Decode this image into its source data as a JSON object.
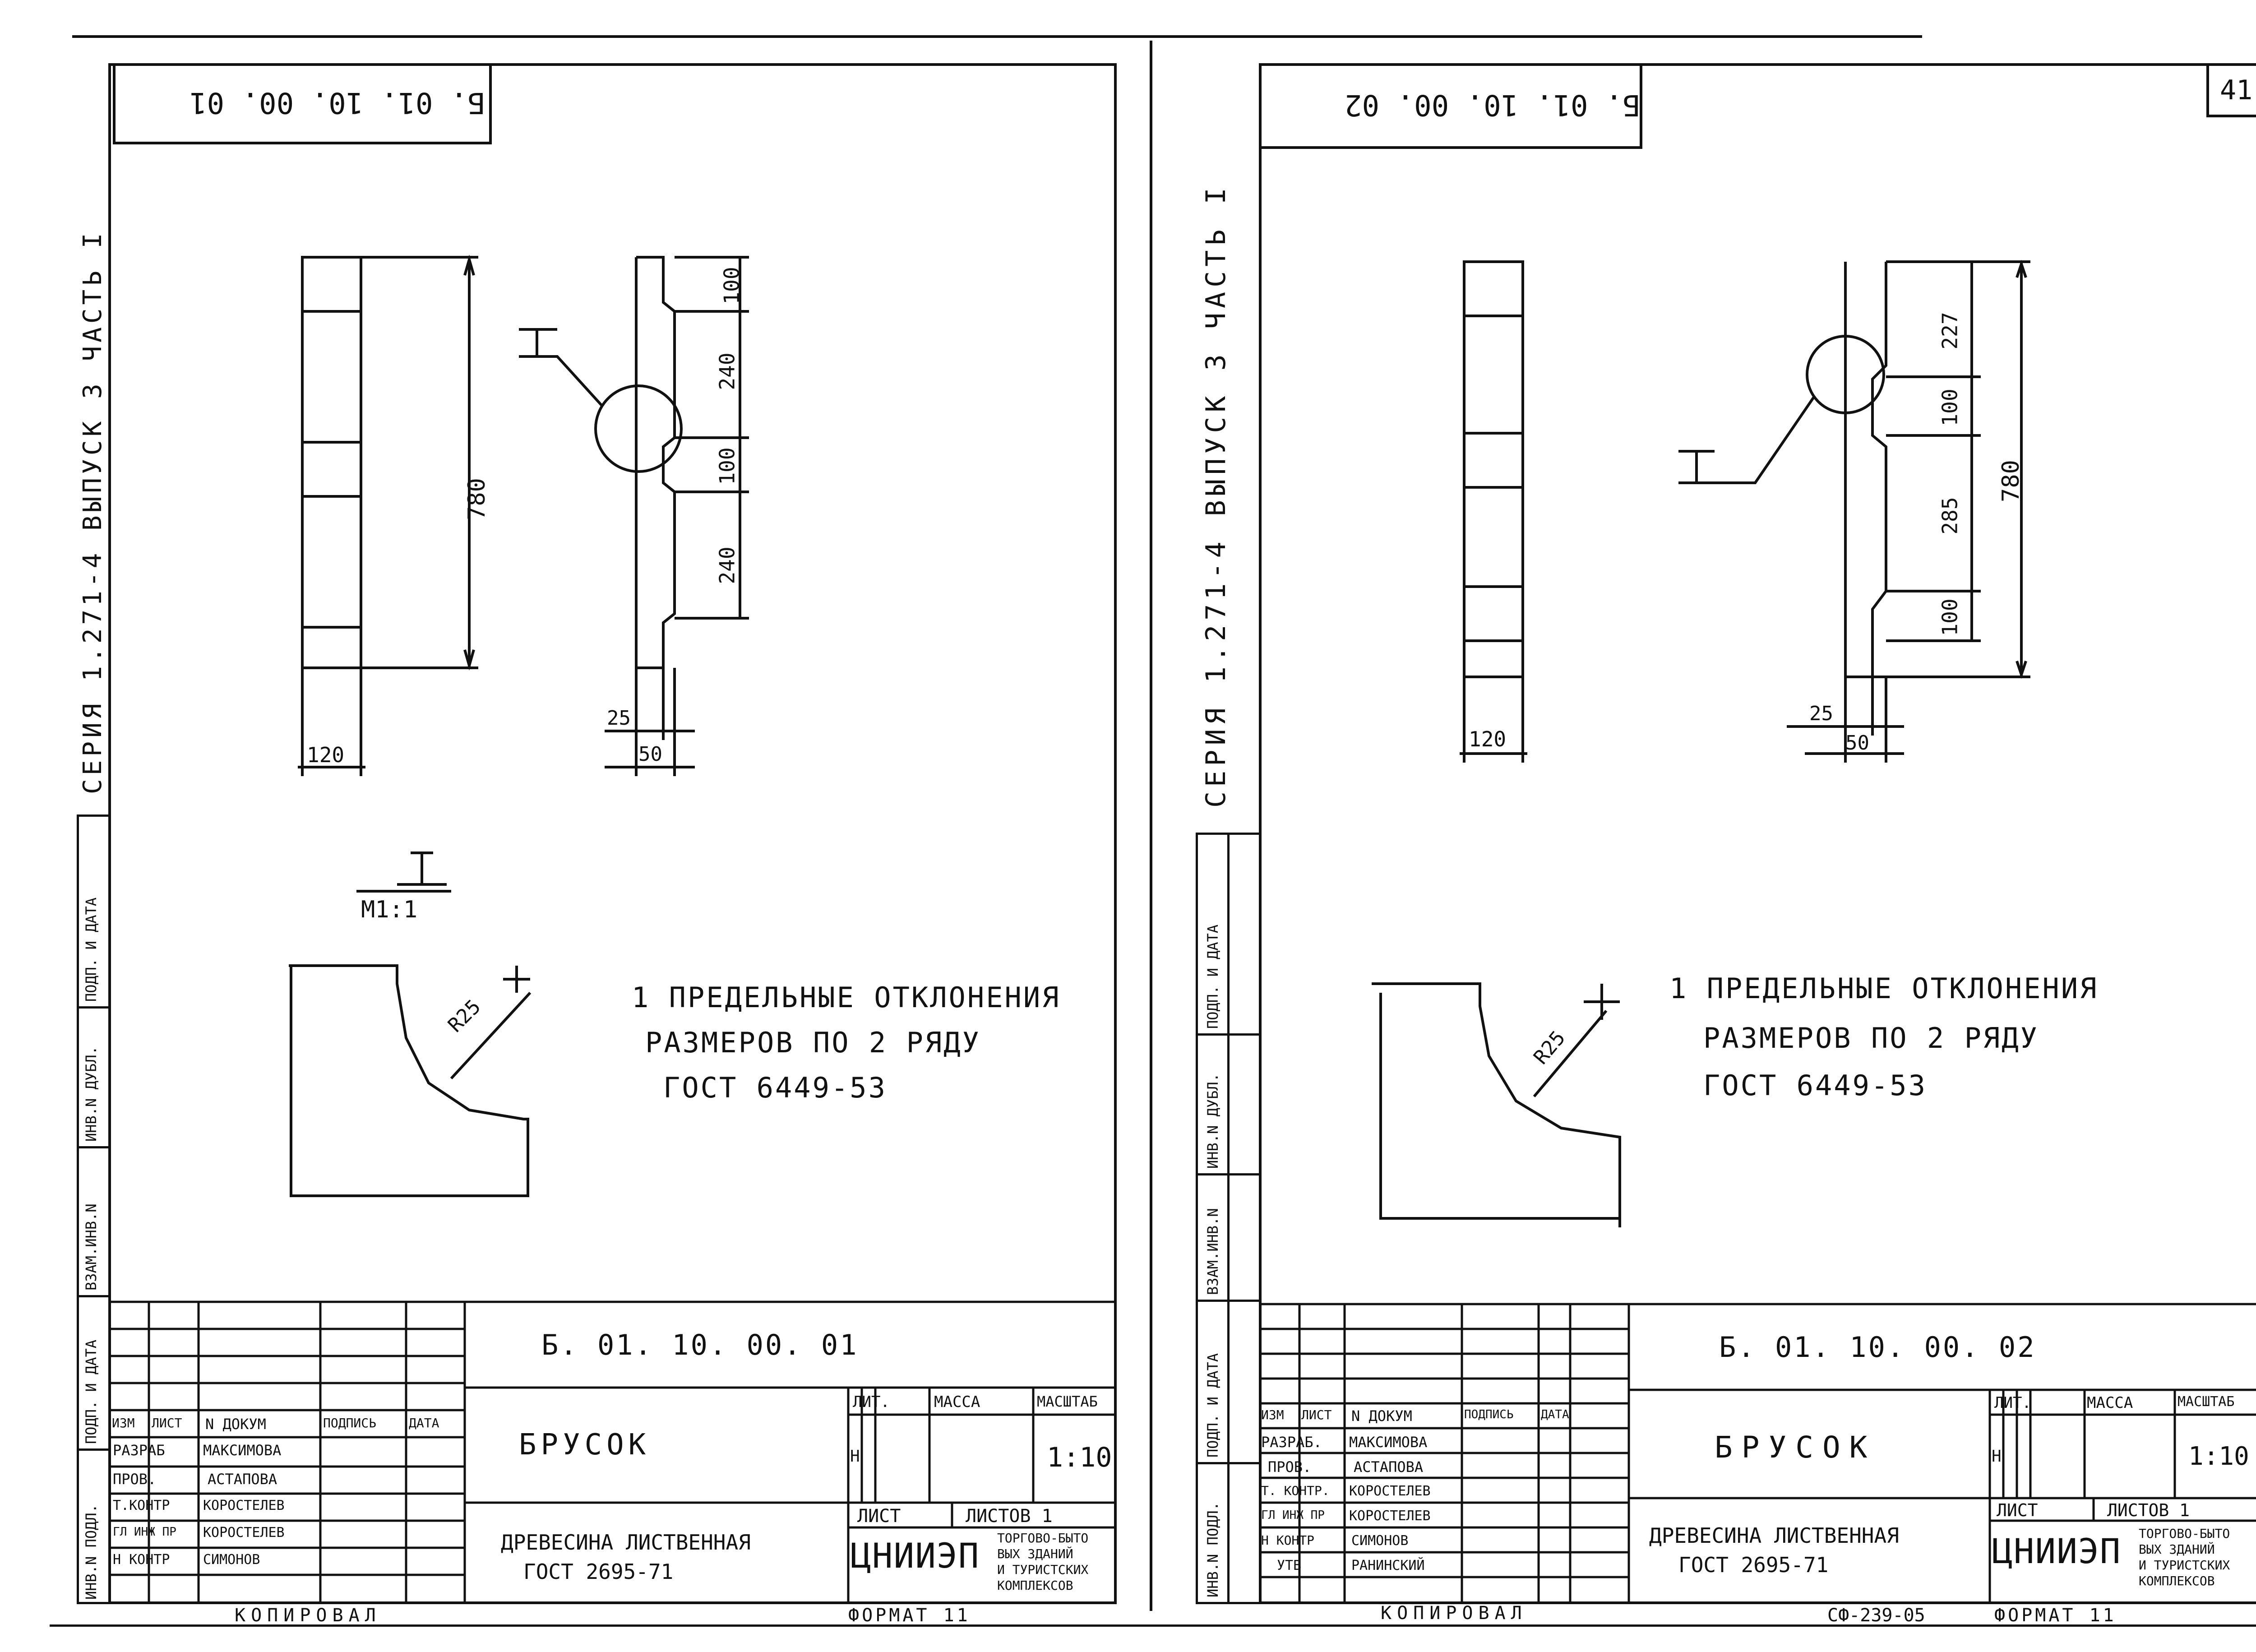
{
  "page_number": "41",
  "left_sheet": {
    "code_rotated": "Б. 01. 10. 00. 01",
    "side_label": "СЕРИЯ 1.271-4 ВЫПУСК 3 ЧАСТЬ I",
    "dims": {
      "height": "780",
      "width": "120",
      "seg1": "100",
      "seg2": "240",
      "seg3": "100",
      "seg4": "240",
      "offset": "25",
      "thickness": "50",
      "radius": "R25"
    },
    "detail_mark": "I",
    "detail_scale": "М1:1",
    "note_line1": "1 ПРЕДЕЛЬНЫЕ ОТКЛОНЕНИЯ",
    "note_line2": "РАЗМЕРОВ ПО 2 РЯДУ",
    "note_line3": "ГОСТ 6449-53",
    "title_code": "Б. 01. 10. 00. 01",
    "title_name": "БРУСОК",
    "material_line1": "ДРЕВЕСИНА ЛИСТВЕННАЯ",
    "material_line2": "ГОСТ 2695-71",
    "hdr_lit": "ЛИТ.",
    "hdr_mass": "МАССА",
    "hdr_scale": "МАСШТАБ",
    "lit_value": "Н",
    "scale_value": "1:10",
    "sheet_label": "ЛИСТ",
    "sheets_label": "ЛИСТОВ 1",
    "org_logo": "ЦНИИЭП",
    "org_text1": "ТОРГОВО-БЫТО",
    "org_text2": "ВЫХ ЗДАНИЙ",
    "org_text3": "И ТУРИСТСКИХ",
    "org_text4": "КОМПЛЕКСОВ",
    "col_izm": "ИЗМ",
    "col_list": "ЛИСТ",
    "col_ndok": "N ДОКУМ",
    "col_podp": "ПОДПИСЬ",
    "col_data": "ДАТА",
    "role_razrab": "РАЗРАБ",
    "role_prov": "ПРОВ.",
    "role_tkontr": "Т.КОНТР",
    "role_glinzh": "ГЛ ИНЖ ПР",
    "role_nkontr": "Н КОНТР",
    "name_razrab": "МАКСИМОВА",
    "name_prov": "АСТАПОВА",
    "name_tkontr": "КОРОСТЕЛЕВ",
    "name_glinzh": "КОРОСТЕЛЕВ",
    "name_nkontr": "СИМОНОВ",
    "stamp_side1": "ИНВ.N ПОДЛ.",
    "stamp_side2": "ПОДП. И ДАТА",
    "stamp_side3": "ВЗАМ.ИНВ.N",
    "stamp_side4": "ИНВ.N ДУБЛ.",
    "stamp_side5": "ПОДП. И ДАТА",
    "footer_copied": "КОПИРОВАЛ",
    "footer_format": "ФОРМАТ 11"
  },
  "right_sheet": {
    "code_rotated": "Б. 01. 10. 00. 02",
    "side_label": "СЕРИЯ 1.271-4 ВЫПУСК 3 ЧАСТЬ I",
    "dims": {
      "height": "780",
      "width": "120",
      "seg1": "227",
      "seg2": "100",
      "seg3": "285",
      "seg4": "100",
      "offset": "25",
      "thickness": "50",
      "radius": "R25"
    },
    "detail_mark": "I",
    "note_line1": "1 ПРЕДЕЛЬНЫЕ ОТКЛОНЕНИЯ",
    "note_line2": "РАЗМЕРОВ ПО 2 РЯДУ",
    "note_line3": "ГОСТ 6449-53",
    "title_code": "Б. 01. 10. 00. 02",
    "title_name": "БРУСОК",
    "material_line1": "ДРЕВЕСИНА ЛИСТВЕННАЯ",
    "material_line2": "ГОСТ 2695-71",
    "hdr_lit": "ЛИТ.",
    "hdr_mass": "МАССА",
    "hdr_scale": "МАСШТАБ",
    "lit_value": "Н",
    "scale_value": "1:10",
    "sheet_label": "ЛИСТ",
    "sheets_label": "ЛИСТОВ 1",
    "org_logo": "ЦНИИЭП",
    "org_text1": "ТОРГОВО-БЫТО",
    "org_text2": "ВЫХ ЗДАНИЙ",
    "org_text3": "И ТУРИСТСКИХ",
    "org_text4": "КОМПЛЕКСОВ",
    "col_izm": "ИЗМ",
    "col_list": "ЛИСТ",
    "col_ndok": "N ДОКУМ",
    "col_podp": "ПОДПИСЬ",
    "col_data": "ДАТА",
    "role_razrab": "РАЗРАБ.",
    "role_prov": "ПРОВ.",
    "role_tkontr": "Т. КОНТР.",
    "role_glinzh": "ГЛ ИНЖ ПР",
    "role_nkontr": "Н КОНТР",
    "role_utv": "УТВ",
    "name_razrab": "МАКСИМОВА",
    "name_prov": "АСТАПОВА",
    "name_tkontr": "КОРОСТЕЛЕВ",
    "name_glinzh": "КОРОСТЕЛЕВ",
    "name_nkontr": "СИМОНОВ",
    "name_utv": "РАНИНСКИЙ",
    "stamp_side1": "ИНВ.N ПОДЛ.",
    "stamp_side2": "ПОДП. И ДАТА",
    "stamp_side3": "ВЗАМ.ИНВ.N",
    "stamp_side4": "ИНВ.N ДУБЛ.",
    "stamp_side5": "ПОДП. И ДАТА",
    "footer_copied": "КОПИРОВАЛ",
    "footer_sf": "СФ-239-05",
    "footer_format": "ФОРМАТ 11"
  }
}
